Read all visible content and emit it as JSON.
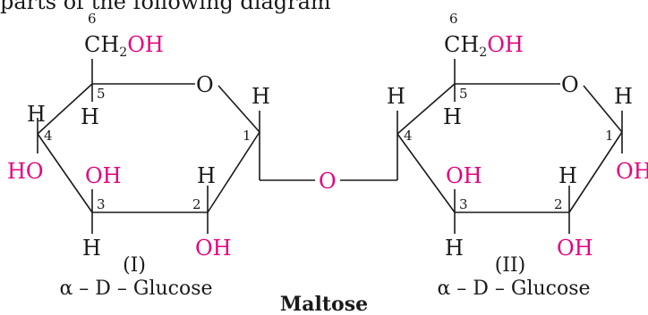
{
  "top_caption": "parts of the following diagram",
  "ring1": {
    "c6_num": "6",
    "ch2_main": "CH",
    "ch2_sub": "2",
    "ch2_oh": "OH",
    "ring_o": "O",
    "c5_num": "5",
    "c4_num": "4",
    "c3_num": "3",
    "c2_num": "2",
    "c1_num": "1",
    "h_c5": "H",
    "h_c4": "H",
    "ho_c4": "HO",
    "oh_c3": "OH",
    "h_c3": "H",
    "h_c2": "H",
    "oh_c2": "OH",
    "h_c1": "H",
    "label_num": "(I)",
    "label_name": "α – D – Glucose"
  },
  "bridge_o": "O",
  "ring2": {
    "c6_num": "6",
    "ch2_main": "CH",
    "ch2_sub": "2",
    "ch2_oh": "OH",
    "ring_o": "O",
    "c5_num": "5",
    "c4_num": "4",
    "c3_num": "3",
    "c2_num": "2",
    "c1_num": "1",
    "h_c5": "H",
    "h_c4": "H",
    "oh_c3": "OH",
    "h_c3": "H",
    "h_c2": "H",
    "oh_c2": "OH",
    "h_c1": "H",
    "oh_c1": "OH",
    "label_num": "(II)",
    "label_name": "α – D – Glucose"
  },
  "title": "Maltose",
  "colors": {
    "black": "#1a1a1a",
    "magenta": "#e6007e"
  }
}
